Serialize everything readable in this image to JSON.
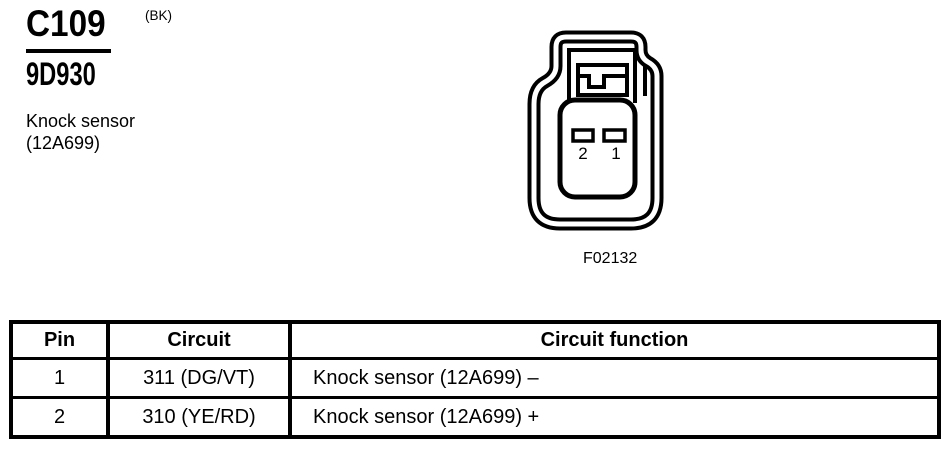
{
  "header": {
    "connector_id": "C109",
    "color_code": "(BK)",
    "part_number": "9D930",
    "description": [
      "Knock sensor",
      "(12A699)"
    ]
  },
  "diagram": {
    "figure_label": "F02132",
    "pin_labels": [
      "2",
      "1"
    ]
  },
  "pin_table": {
    "headers": [
      "Pin",
      "Circuit",
      "Circuit function"
    ],
    "rows": [
      {
        "pin": "1",
        "circuit": "311 (DG/VT)",
        "function": "Knock sensor (12A699) –"
      },
      {
        "pin": "2",
        "circuit": "310 (YE/RD)",
        "function": "Knock sensor (12A699) +"
      }
    ]
  },
  "colors": {
    "ink": "#000000",
    "background": "#ffffff"
  }
}
